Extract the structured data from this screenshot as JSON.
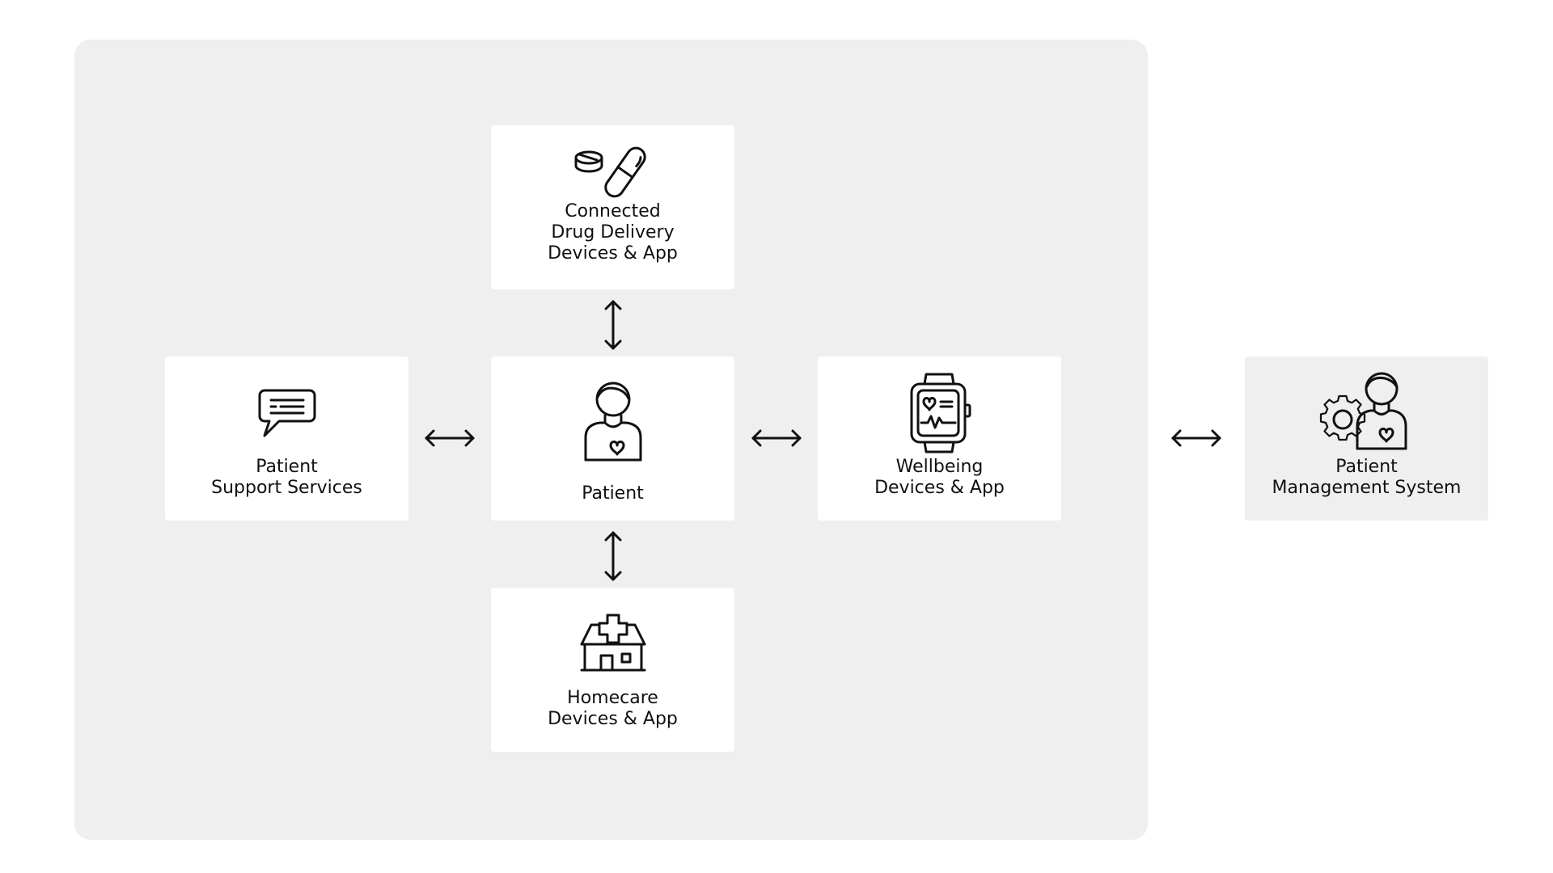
{
  "diagram": {
    "nodes": {
      "drug_delivery": {
        "label_lines": [
          "Connected",
          "Drug Delivery",
          "Devices & App"
        ],
        "icon": "pill-capsule-icon"
      },
      "patient": {
        "label_lines": [
          "Patient"
        ],
        "icon": "patient-heart-icon"
      },
      "support": {
        "label_lines": [
          "Patient",
          "Support Services"
        ],
        "icon": "chat-bubble-icon"
      },
      "wellbeing": {
        "label_lines": [
          "Wellbeing",
          "Devices & App"
        ],
        "icon": "smartwatch-heart-icon"
      },
      "homecare": {
        "label_lines": [
          "Homecare",
          "Devices & App"
        ],
        "icon": "home-medical-icon"
      },
      "management": {
        "label_lines": [
          "Patient",
          "Management System"
        ],
        "icon": "gear-clinician-icon"
      }
    },
    "connections": [
      {
        "from": "patient",
        "to": "drug_delivery",
        "type": "bidirectional"
      },
      {
        "from": "patient",
        "to": "homecare",
        "type": "bidirectional"
      },
      {
        "from": "patient",
        "to": "support",
        "type": "bidirectional"
      },
      {
        "from": "patient",
        "to": "wellbeing",
        "type": "bidirectional"
      },
      {
        "from": "wellbeing",
        "to": "management",
        "type": "bidirectional"
      }
    ],
    "colors": {
      "ecosystem_background": "#efefef",
      "node_background": "#ffffff",
      "external_node_background": "#efefef",
      "stroke": "#111111"
    }
  }
}
